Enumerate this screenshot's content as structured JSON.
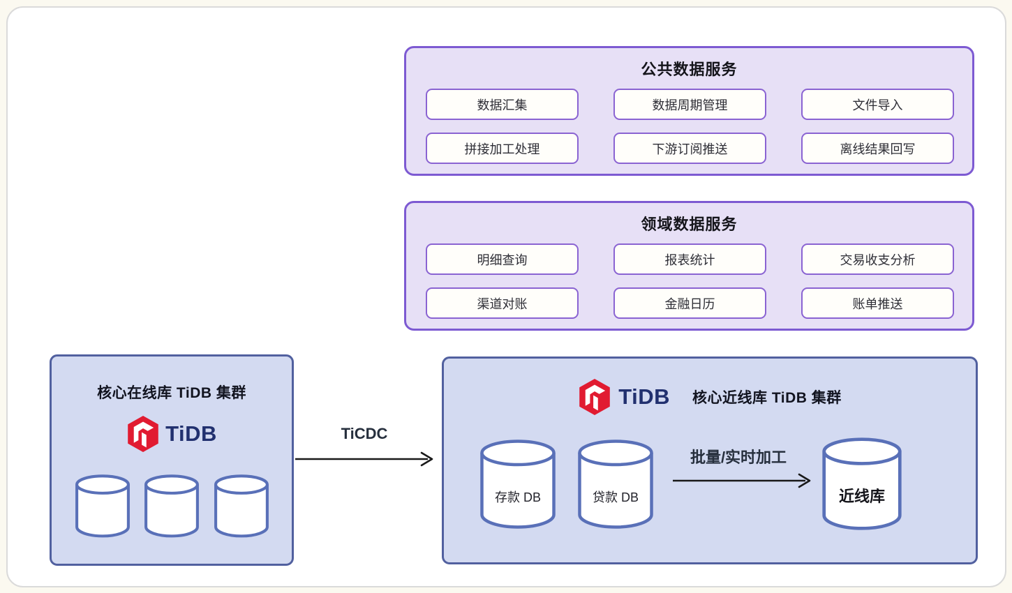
{
  "service_panels": [
    {
      "title": "公共数据服务",
      "items": [
        "数据汇集",
        "数据周期管理",
        "文件导入",
        "拼接加工处理",
        "下游订阅推送",
        "离线结果回写"
      ]
    },
    {
      "title": "领域数据服务",
      "items": [
        "明细查询",
        "报表统计",
        "交易收支分析",
        "渠道对账",
        "金融日历",
        "账单推送"
      ]
    }
  ],
  "online_cluster": {
    "title": "核心在线库 TiDB 集群",
    "logo_text": "TiDB",
    "cylinder_count": 3
  },
  "ticdc": {
    "label": "TiCDC"
  },
  "nearline_cluster": {
    "title": "核心近线库 TiDB 集群",
    "logo_text": "TiDB",
    "cylinders": [
      "存款 DB",
      "贷款 DB"
    ],
    "process_arrow_label": "批量/实时加工",
    "target_cylinder": "近线库"
  },
  "colors": {
    "panel_border": "#7d5ad2",
    "panel_bg": "#e7e0f6",
    "chip_border": "#8a63d2",
    "cluster_border": "#51609f",
    "cluster_bg": "#d3daf1",
    "cylinder_stroke": "#5970b8",
    "tidb_red": "#e11b31",
    "tidb_navy": "#21306f",
    "arrow": "#191919"
  }
}
